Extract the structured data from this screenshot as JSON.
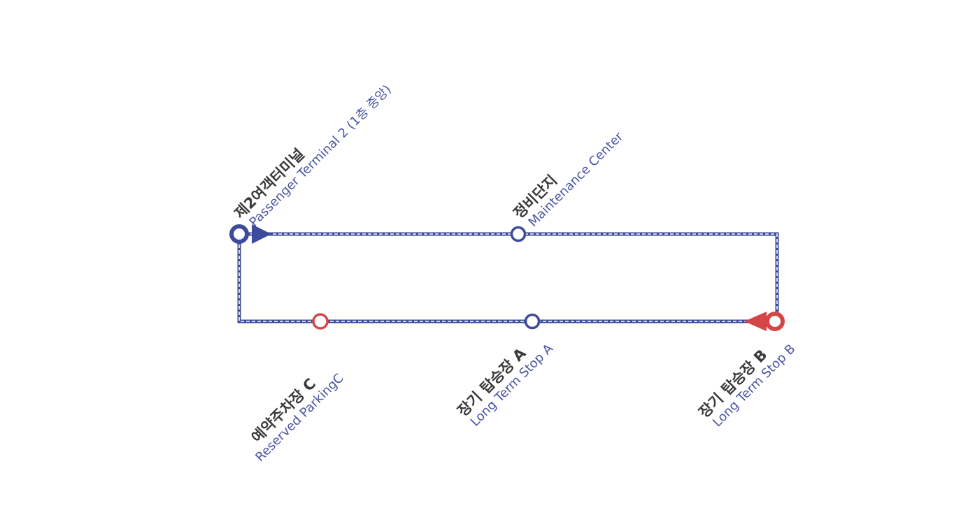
{
  "colors": {
    "route": "#3d4b9a",
    "accent": "#d64545",
    "text_ko": "#3a3a3a",
    "text_en": "#4a54a3"
  },
  "stops": [
    {
      "id": "terminal2",
      "ko": "제2여객터미널",
      "en": "Passenger Terminal 2 (1층 중앙)",
      "color": "blue",
      "icon": "start-arrow-icon"
    },
    {
      "id": "maintenance",
      "ko": "정비단지",
      "en": "Maintenance Center",
      "color": "blue"
    },
    {
      "id": "longterm-b",
      "ko": "장기 탑승장 B",
      "en": "Long Term Stop B",
      "color": "blue",
      "icon": "turnaround-arrow-icon"
    },
    {
      "id": "longterm-a",
      "ko": "장기 탑승장 A",
      "en": "Long Term Stop A",
      "color": "blue"
    },
    {
      "id": "reserved-c",
      "ko": "예약주차장 C",
      "en": "Reserved ParkingC",
      "color": "red"
    }
  ]
}
